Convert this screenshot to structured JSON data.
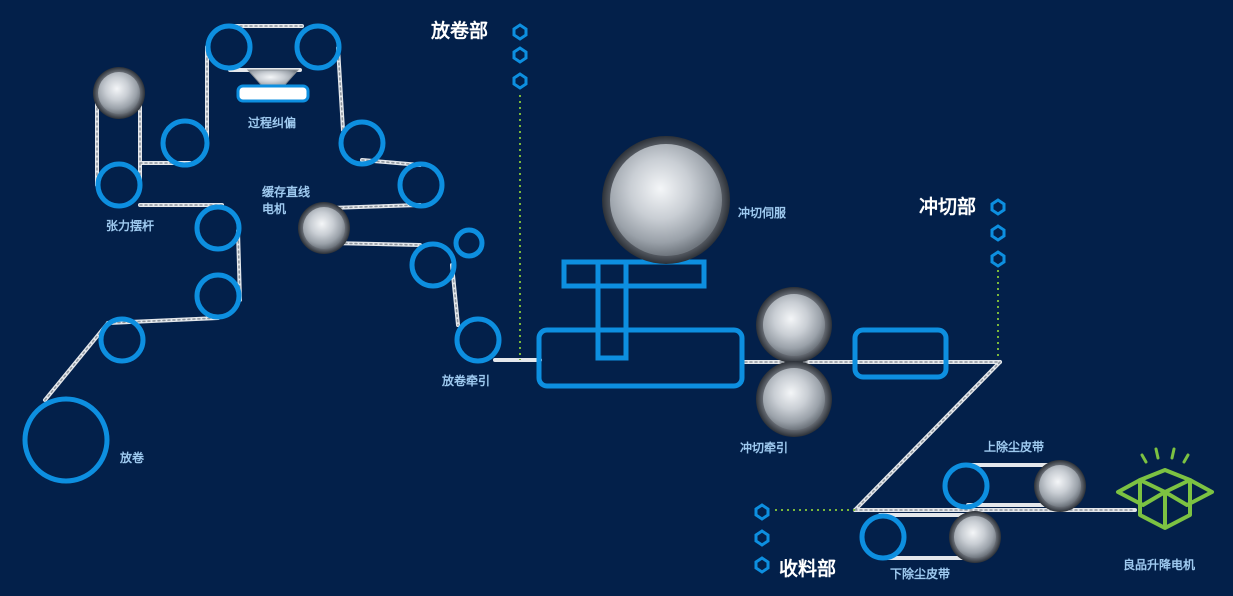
{
  "colors": {
    "background": "#03204a",
    "roller": "#0d8fe0",
    "belt": "#d8dce2",
    "dotted_guide": "#7ab83a",
    "label": "#9ec9ef",
    "section_label": "#ffffff",
    "box_icon": "#7cc242"
  },
  "sections": {
    "unwind": "放卷部",
    "cutting": "冲切部",
    "receiving": "收料部"
  },
  "labels": {
    "unwind_reel": "放卷",
    "tension_arm": "张力摆杆",
    "process_correction": "过程纠偏",
    "buffer_motor_line1": "缓存直线",
    "buffer_motor_line2": "电机",
    "unwind_traction": "放卷牵引",
    "cutting_servo": "冲切伺服",
    "cutting_traction": "冲切牵引",
    "upper_dust_belt": "上除尘皮带",
    "lower_dust_belt": "下除尘皮带",
    "good_product_lift_motor": "良品升降电机"
  }
}
